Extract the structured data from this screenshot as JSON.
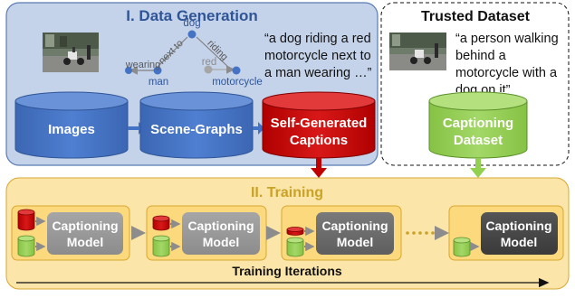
{
  "data_generation": {
    "title": "I. Data Generation",
    "images_label": "Images",
    "scene_graphs_label": "Scene-Graphs",
    "self_generated_line1": "Self-Generated",
    "self_generated_line2": "Captions",
    "caption_quote": "“a dog riding a red motorcycle next to a man wearing …”",
    "scene_graph": {
      "nodes": [
        "dog",
        "man",
        "red",
        "motorcycle"
      ],
      "edges": [
        "next to",
        "riding",
        "wearing"
      ]
    }
  },
  "trusted_dataset": {
    "title": "Trusted Dataset",
    "caption_quote": "“a person walking behind a motorcycle with a dog on it”",
    "dataset_line1": "Captioning",
    "dataset_line2": "Dataset"
  },
  "training": {
    "title": "II. Training",
    "model_line1": "Captioning",
    "model_line2": "Model",
    "iterations_label": "Training Iterations"
  },
  "colors": {
    "blue_panel": "#c5d3ea",
    "blue_cylinder": "#4472c4",
    "red_cylinder": "#c00000",
    "green_cylinder": "#92d050",
    "training_panel": "#fce5a8",
    "title_blue": "#2f5597",
    "title_orange": "#c9a227"
  }
}
